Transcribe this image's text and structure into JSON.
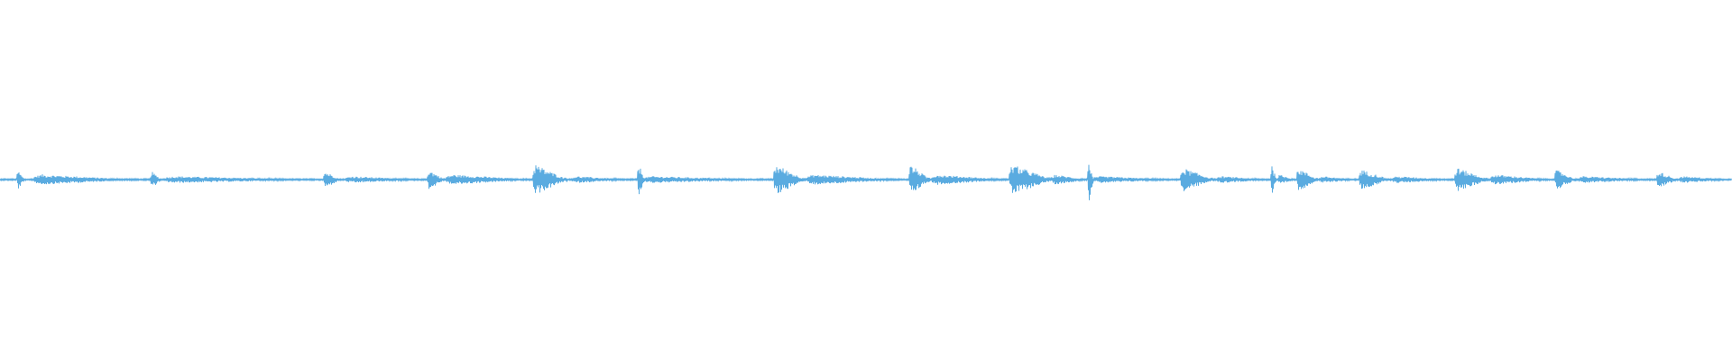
{
  "waveform": {
    "color": "#5aabe0",
    "background": "#ffffff",
    "duration_fraction_markers": [],
    "bursts": [
      {
        "pos": 0.01,
        "amp": 0.06,
        "len": 0.004
      },
      {
        "pos": 0.02,
        "amp": 0.03,
        "len": 0.06
      },
      {
        "pos": 0.087,
        "amp": 0.05,
        "len": 0.006
      },
      {
        "pos": 0.095,
        "amp": 0.02,
        "len": 0.09
      },
      {
        "pos": 0.187,
        "amp": 0.05,
        "len": 0.01
      },
      {
        "pos": 0.2,
        "amp": 0.02,
        "len": 0.045
      },
      {
        "pos": 0.247,
        "amp": 0.06,
        "len": 0.01
      },
      {
        "pos": 0.258,
        "amp": 0.03,
        "len": 0.05
      },
      {
        "pos": 0.308,
        "amp": 0.09,
        "len": 0.02
      },
      {
        "pos": 0.33,
        "amp": 0.02,
        "len": 0.035
      },
      {
        "pos": 0.368,
        "amp": 0.1,
        "len": 0.004
      },
      {
        "pos": 0.372,
        "amp": 0.02,
        "len": 0.072
      },
      {
        "pos": 0.447,
        "amp": 0.09,
        "len": 0.018
      },
      {
        "pos": 0.466,
        "amp": 0.03,
        "len": 0.055
      },
      {
        "pos": 0.525,
        "amp": 0.09,
        "len": 0.012
      },
      {
        "pos": 0.538,
        "amp": 0.03,
        "len": 0.044
      },
      {
        "pos": 0.583,
        "amp": 0.09,
        "len": 0.025
      },
      {
        "pos": 0.608,
        "amp": 0.03,
        "len": 0.02
      },
      {
        "pos": 0.628,
        "amp": 0.14,
        "len": 0.003
      },
      {
        "pos": 0.632,
        "amp": 0.02,
        "len": 0.048
      },
      {
        "pos": 0.682,
        "amp": 0.07,
        "len": 0.02
      },
      {
        "pos": 0.703,
        "amp": 0.02,
        "len": 0.03
      },
      {
        "pos": 0.734,
        "amp": 0.1,
        "len": 0.003
      },
      {
        "pos": 0.738,
        "amp": 0.03,
        "len": 0.01
      },
      {
        "pos": 0.749,
        "amp": 0.07,
        "len": 0.012
      },
      {
        "pos": 0.762,
        "amp": 0.02,
        "len": 0.022
      },
      {
        "pos": 0.785,
        "amp": 0.06,
        "len": 0.018
      },
      {
        "pos": 0.804,
        "amp": 0.02,
        "len": 0.035
      },
      {
        "pos": 0.84,
        "amp": 0.07,
        "len": 0.02
      },
      {
        "pos": 0.861,
        "amp": 0.03,
        "len": 0.035
      },
      {
        "pos": 0.898,
        "amp": 0.06,
        "len": 0.012
      },
      {
        "pos": 0.911,
        "amp": 0.02,
        "len": 0.045
      },
      {
        "pos": 0.957,
        "amp": 0.05,
        "len": 0.012
      },
      {
        "pos": 0.97,
        "amp": 0.02,
        "len": 0.03
      }
    ]
  }
}
